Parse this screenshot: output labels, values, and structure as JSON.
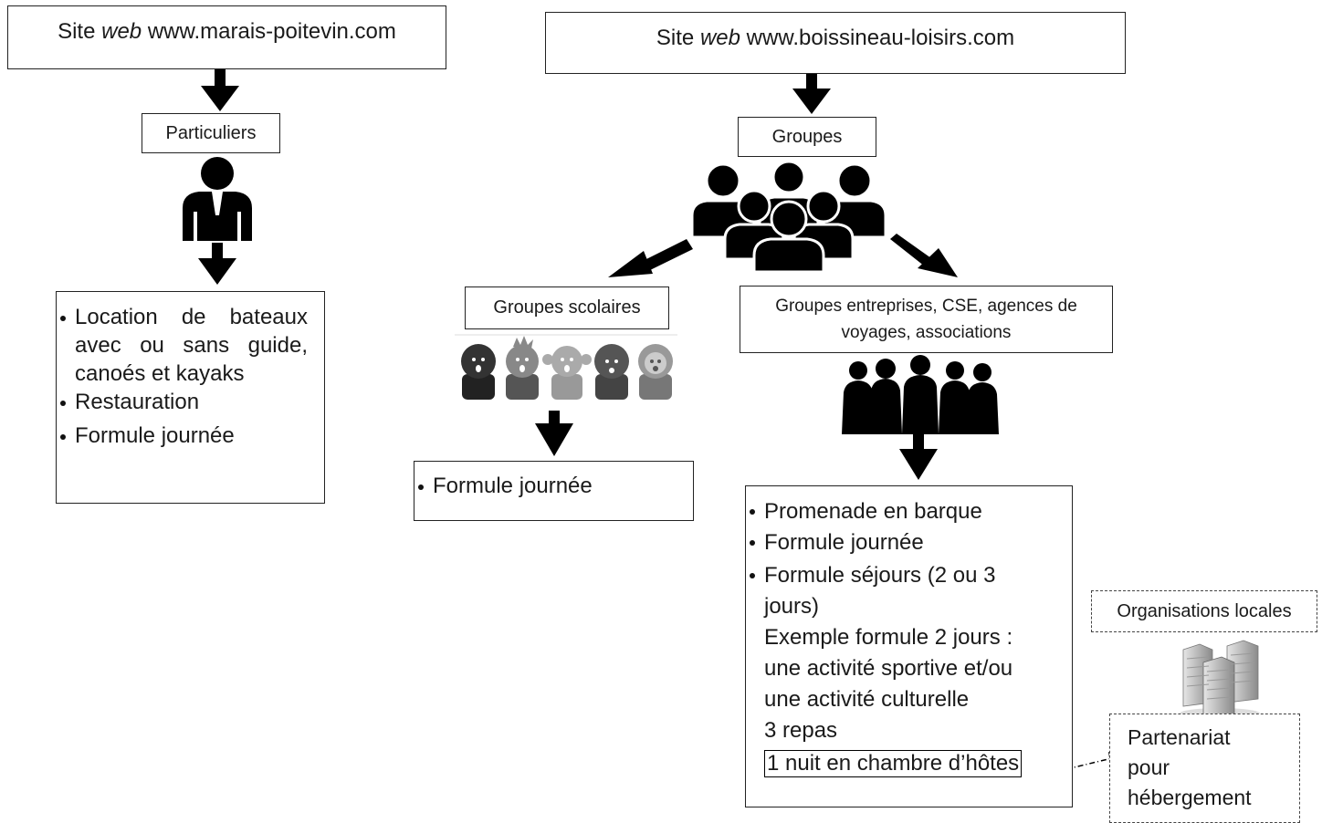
{
  "site1": {
    "prefix": "Site ",
    "web": "web",
    "url": " www.marais-poitevin.com"
  },
  "site2": {
    "prefix": "Site ",
    "web": "web",
    "url": " www.boissineau-loisirs.com"
  },
  "particuliers": "Particuliers",
  "particuliers_list": [
    "Location de bateaux avec ou sans guide, canoés et kayaks",
    "Restauration",
    "Formule journée"
  ],
  "groupes": "Groupes",
  "scolaires": "Groupes scolaires",
  "scolaires_list": [
    "Formule journée"
  ],
  "entreprises": "Groupes entreprises, CSE, agences de voyages, associations",
  "entreprises_list": {
    "item1": "Promenade en barque",
    "item2": "Formule journée",
    "item3": "Formule séjours (2 ou 3 jours)",
    "ex_title": "Exemple formule 2 jours :",
    "ex_line1": "une activité sportive et/ou une activité culturelle",
    "ex_line2": "3 repas",
    "ex_line3": "1 nuit en chambre d’hôtes"
  },
  "organisations": "Organisations locales",
  "partenariat": "Partenariat pour hébergement"
}
